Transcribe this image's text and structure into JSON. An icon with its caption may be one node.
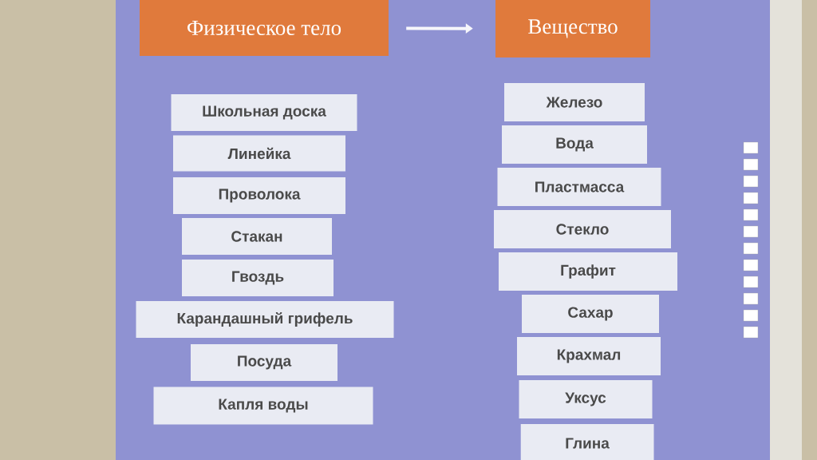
{
  "diagram": {
    "nodes": [
      {
        "text": [
          "Физическое тело"
        ]
      },
      {
        "text": [
          "Вещество"
        ]
      },
      {
        "text": [
          "Школьная доска"
        ]
      },
      {
        "text": [
          "Линейка"
        ]
      },
      {
        "text": [
          "Проволока"
        ]
      },
      {
        "text": [
          "Стакан"
        ]
      },
      {
        "text": [
          "Гвоздь"
        ]
      },
      {
        "text": [
          "Карандашный грифель"
        ]
      },
      {
        "text": [
          "Посуда"
        ]
      },
      {
        "text": [
          "Капля воды"
        ]
      },
      {
        "text": [
          "Железо"
        ]
      },
      {
        "text": [
          "Вода"
        ]
      },
      {
        "text": [
          "Пластмасса"
        ]
      },
      {
        "text": [
          "Стекло"
        ]
      },
      {
        "text": [
          "Графит"
        ]
      },
      {
        "text": [
          "Сахар"
        ]
      },
      {
        "text": [
          "Крахмал"
        ]
      },
      {
        "text": [
          "Уксус"
        ]
      },
      {
        "text": [
          "Глина"
        ]
      }
    ],
    "edges": [
      {
        "from": 0,
        "to": 1,
        "arrow": "to"
      }
    ]
  }
}
